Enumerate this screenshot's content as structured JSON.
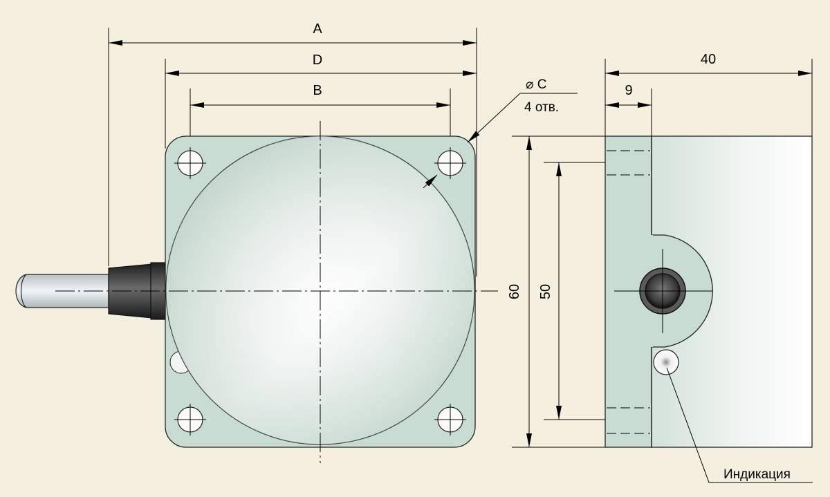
{
  "colors": {
    "background": "#f4efdf",
    "body_fill": "#c9dcd2",
    "face_light": "#eef2ef",
    "face_dark": "#b9d0c6",
    "cable": "#dfe6e6",
    "connector": "#3a3a3a"
  },
  "front_view": {
    "dim_a": "A",
    "dim_d": "D",
    "dim_b": "B",
    "hole_dia": "⌀  C",
    "hole_count": "4 отв.",
    "dim_height": "60",
    "dim_hole_spacing": "50"
  },
  "side_view": {
    "dim_length": "40",
    "dim_flange": "9"
  },
  "indicator_label": "Индикация"
}
